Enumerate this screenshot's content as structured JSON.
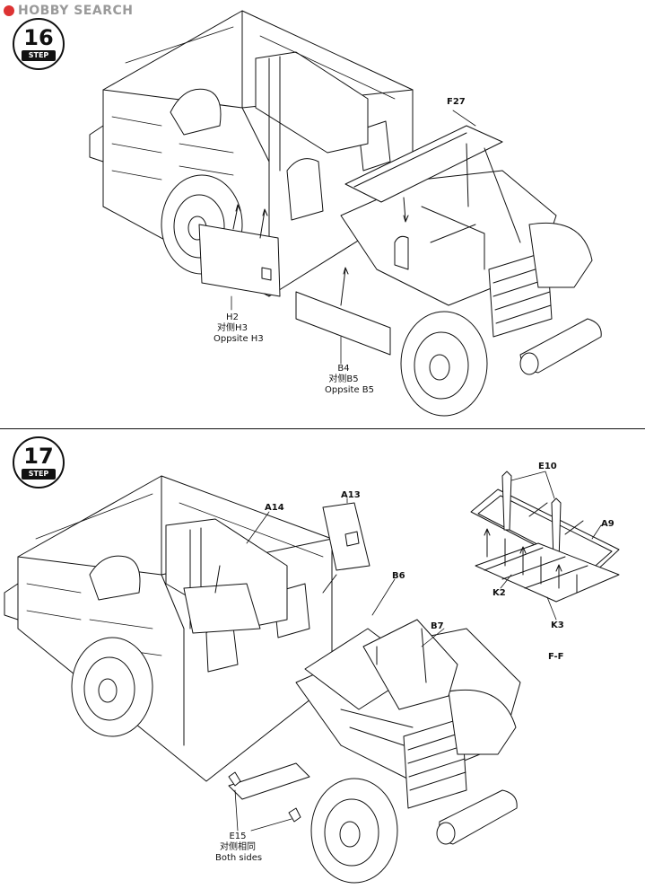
{
  "watermark": {
    "text": "HOBBY SEARCH"
  },
  "steps": [
    {
      "number": "16",
      "word": "STEP",
      "callouts": {
        "f27": "F27",
        "h2": [
          "H2",
          "对侧H3",
          "Oppsite H3"
        ],
        "b4": [
          "B4",
          "对侧B5",
          "Oppsite B5"
        ]
      }
    },
    {
      "number": "17",
      "word": "STEP",
      "callouts": {
        "a14": "A14",
        "a13": "A13",
        "b6": "B6",
        "b7": "B7",
        "e15": [
          "E15",
          "对侧相同",
          "Both sides"
        ],
        "e10": "E10",
        "a9": "A9",
        "k2": "K2",
        "k3": "K3",
        "ff": "F-F"
      }
    }
  ],
  "colors": {
    "line": "#111111",
    "watermark": "#9a9a9a",
    "logo": "#d33333"
  }
}
